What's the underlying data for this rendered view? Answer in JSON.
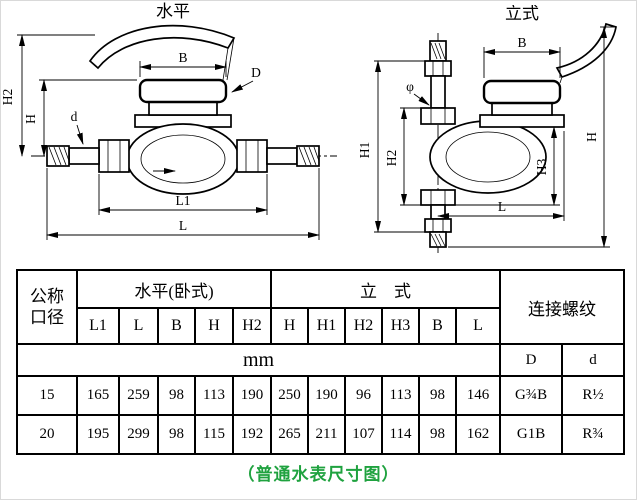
{
  "page": {
    "caption": "（普通水表尺寸图）",
    "caption_color": "#1fa23f",
    "line_color": "#000000",
    "background_color": "#ffffff"
  },
  "diagram_left": {
    "title": "水平",
    "labels": {
      "h2": "H2",
      "h": "H",
      "d": "d",
      "b": "B",
      "cap_d": "D",
      "l1": "L1",
      "l": "L"
    }
  },
  "diagram_right": {
    "title": "立式",
    "labels": {
      "b": "B",
      "phi": "φ",
      "h1": "H1",
      "h2": "H2",
      "h3": "H3",
      "h": "H",
      "l": "L"
    }
  },
  "table": {
    "headers": {
      "nominal_line1": "公称",
      "nominal_line2": "口径",
      "horizontal_group": "水平(卧式)",
      "vertical_group": "立　式",
      "thread_group": "连接螺纹",
      "horizontal_cols": [
        "L1",
        "L",
        "B",
        "H",
        "H2"
      ],
      "vertical_cols": [
        "H",
        "H1",
        "H2",
        "H3",
        "B",
        "L"
      ],
      "unit": "mm",
      "thread_cols": [
        "D",
        "d"
      ]
    },
    "rows": [
      {
        "dn": "15",
        "values": [
          "165",
          "259",
          "98",
          "113",
          "190",
          "250",
          "190",
          "96",
          "113",
          "98",
          "146"
        ],
        "thread_D": "G¾B",
        "thread_d": "R½"
      },
      {
        "dn": "20",
        "values": [
          "195",
          "299",
          "98",
          "115",
          "192",
          "265",
          "211",
          "107",
          "114",
          "98",
          "162"
        ],
        "thread_D": "G1B",
        "thread_d": "R¾"
      }
    ]
  }
}
